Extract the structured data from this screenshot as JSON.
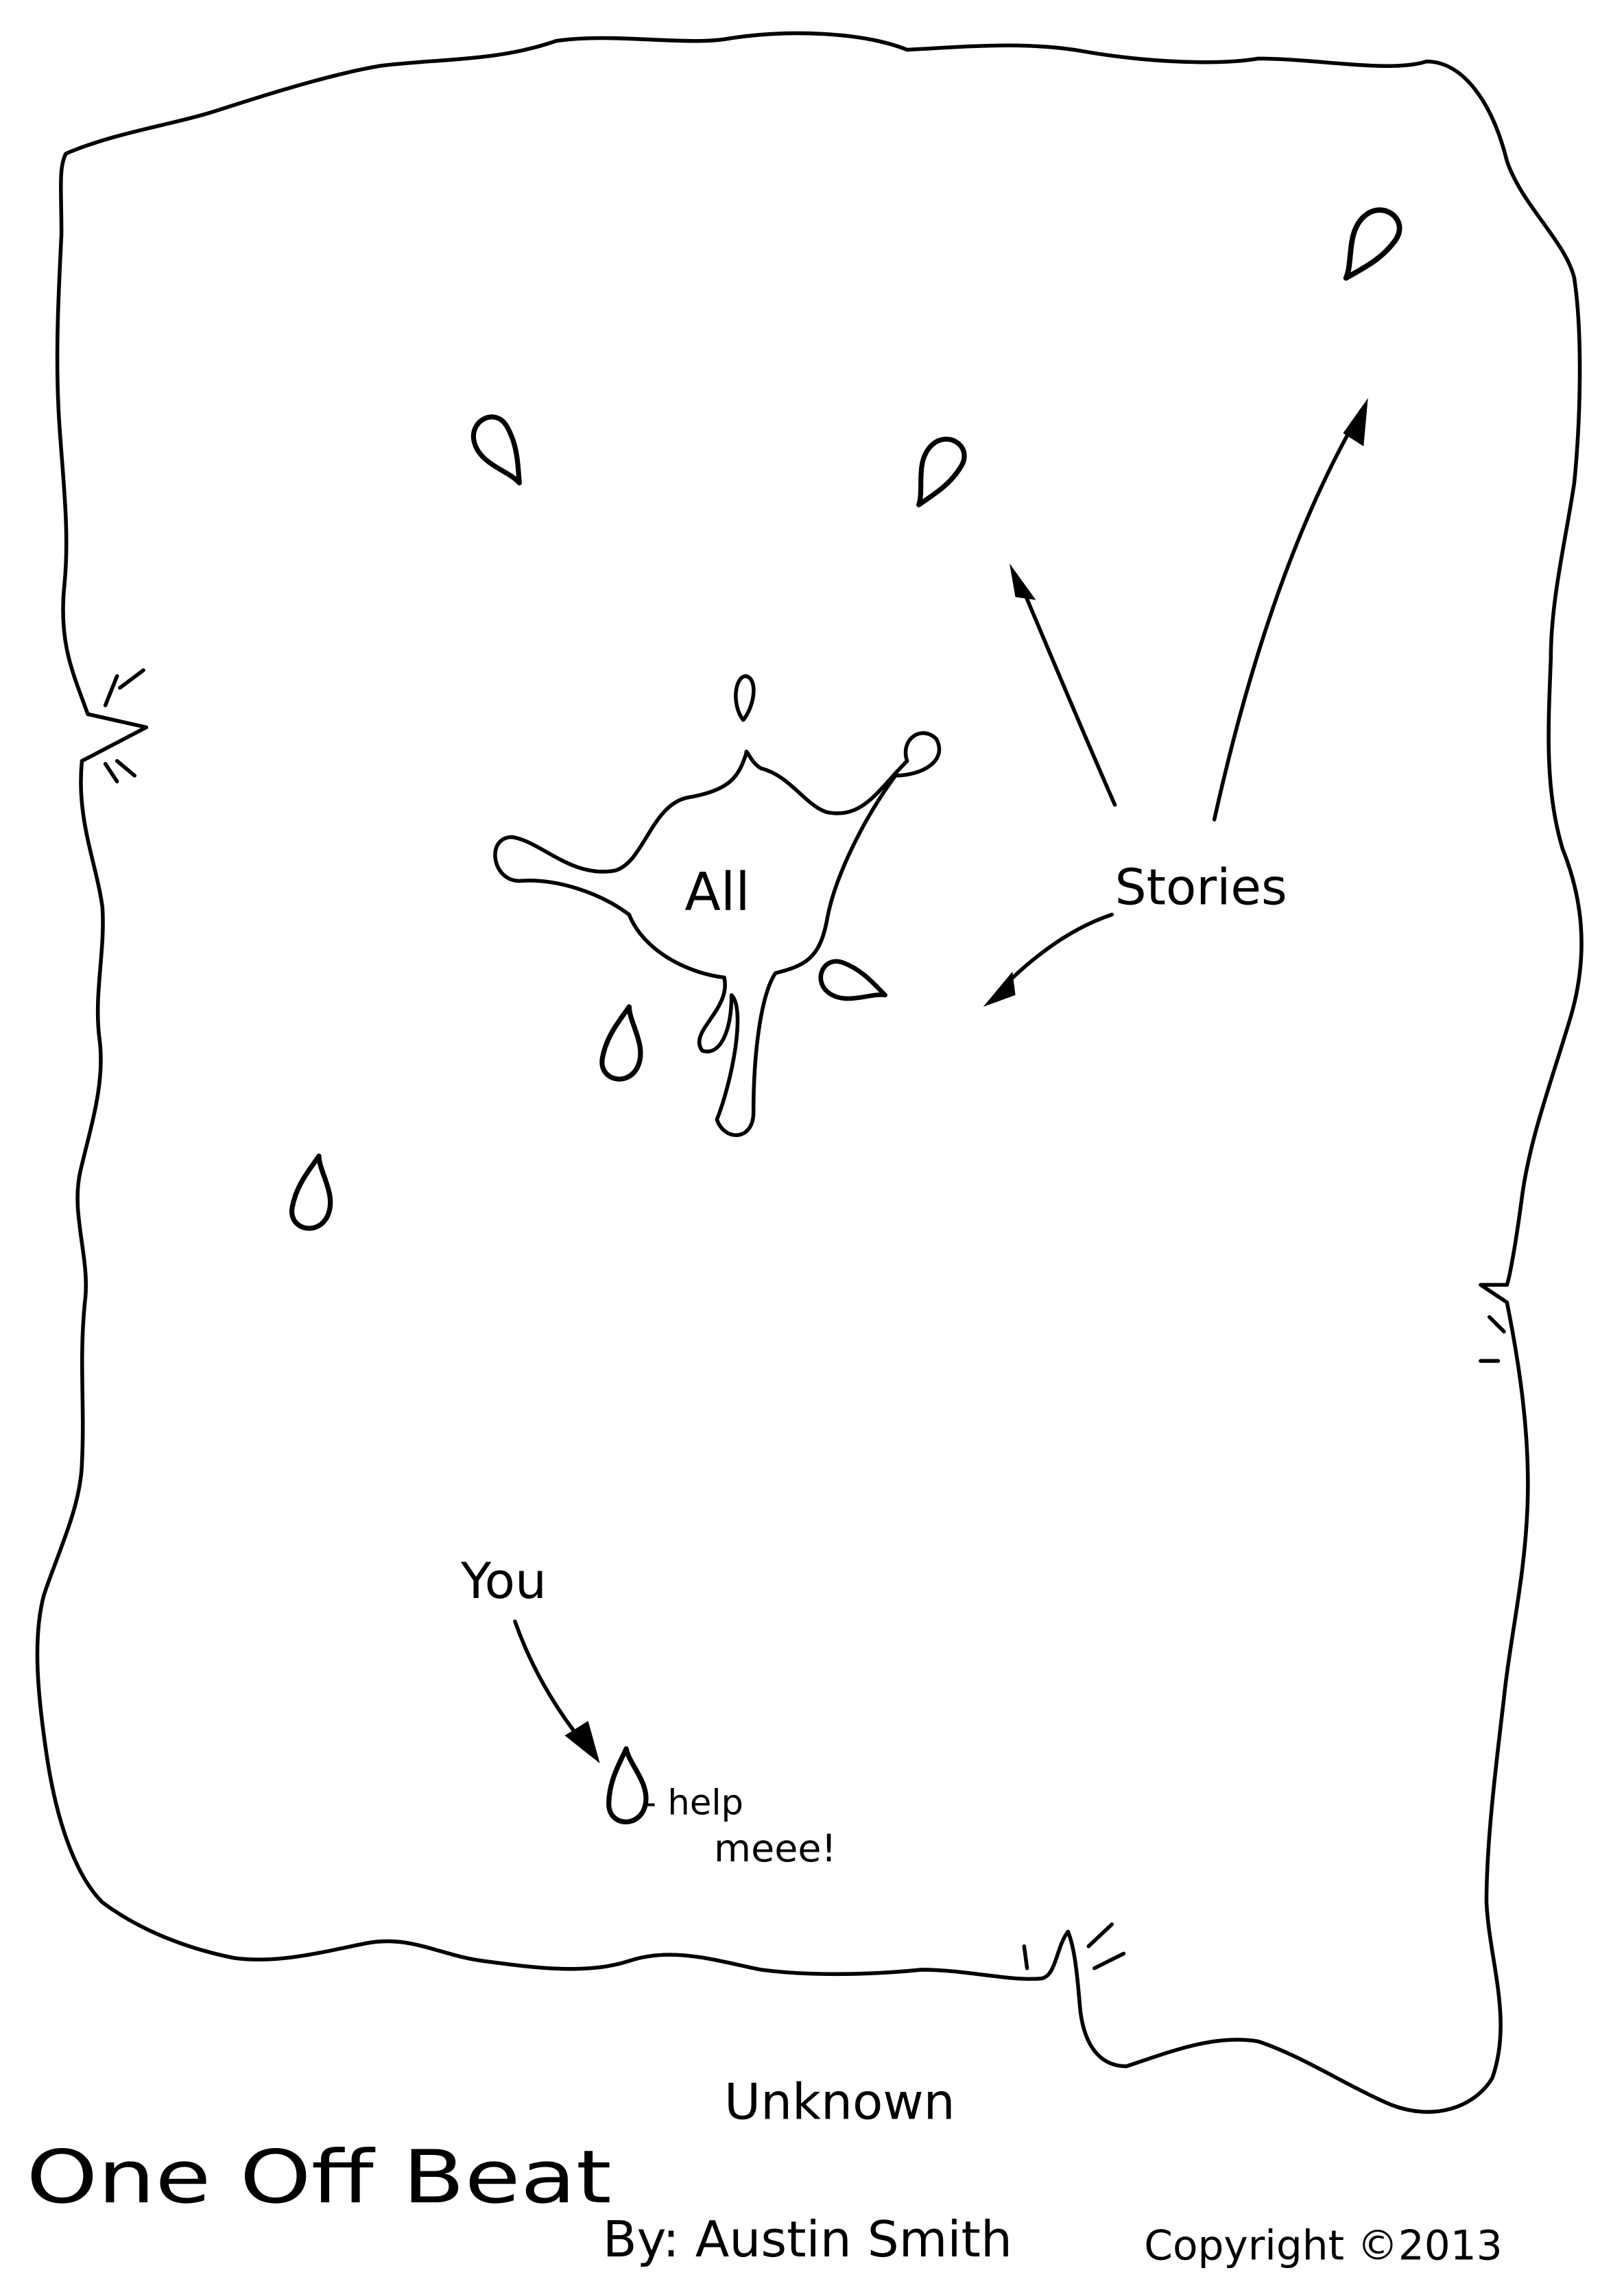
{
  "comic": {
    "center_label": "All",
    "stories_label": "Stories",
    "you_label": "You",
    "help_line1": "- help",
    "help_line2": "meee!",
    "world_edge_label": "Unknown",
    "series_title": "One Off Beat",
    "author": "By: Austin Smith",
    "copyright": "Copyright ©2013"
  }
}
